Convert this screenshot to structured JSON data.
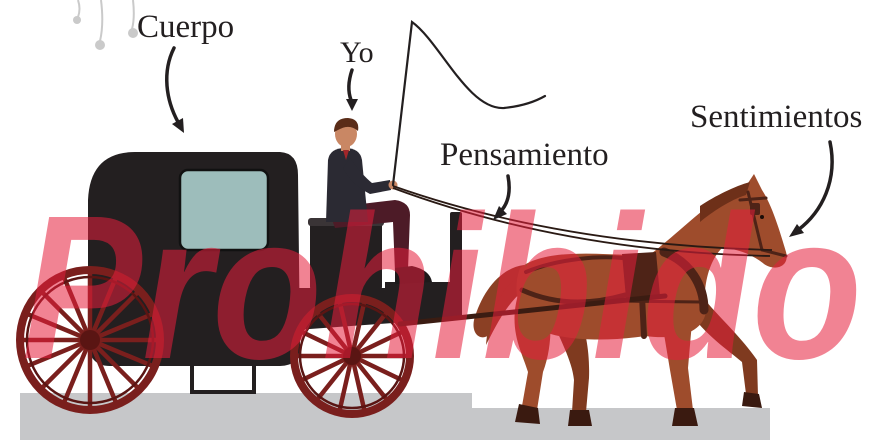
{
  "labels": {
    "body": "Cuerpo",
    "self": "Yo",
    "thought": "Pensamiento",
    "feelings": "Sentimientos"
  },
  "watermark": {
    "text": "Prohibido"
  },
  "colors": {
    "carriage": "#231f20",
    "window": "#9dbdbb",
    "wheel": "#7a1f1d",
    "horse": "#9e4c2c",
    "harness": "#4e2317",
    "driver_jacket": "#2b2a33",
    "driver_pants": "#4d1b27",
    "ground": "#c6c7c9",
    "text": "#231f20",
    "watermark": "#e61e3c"
  }
}
